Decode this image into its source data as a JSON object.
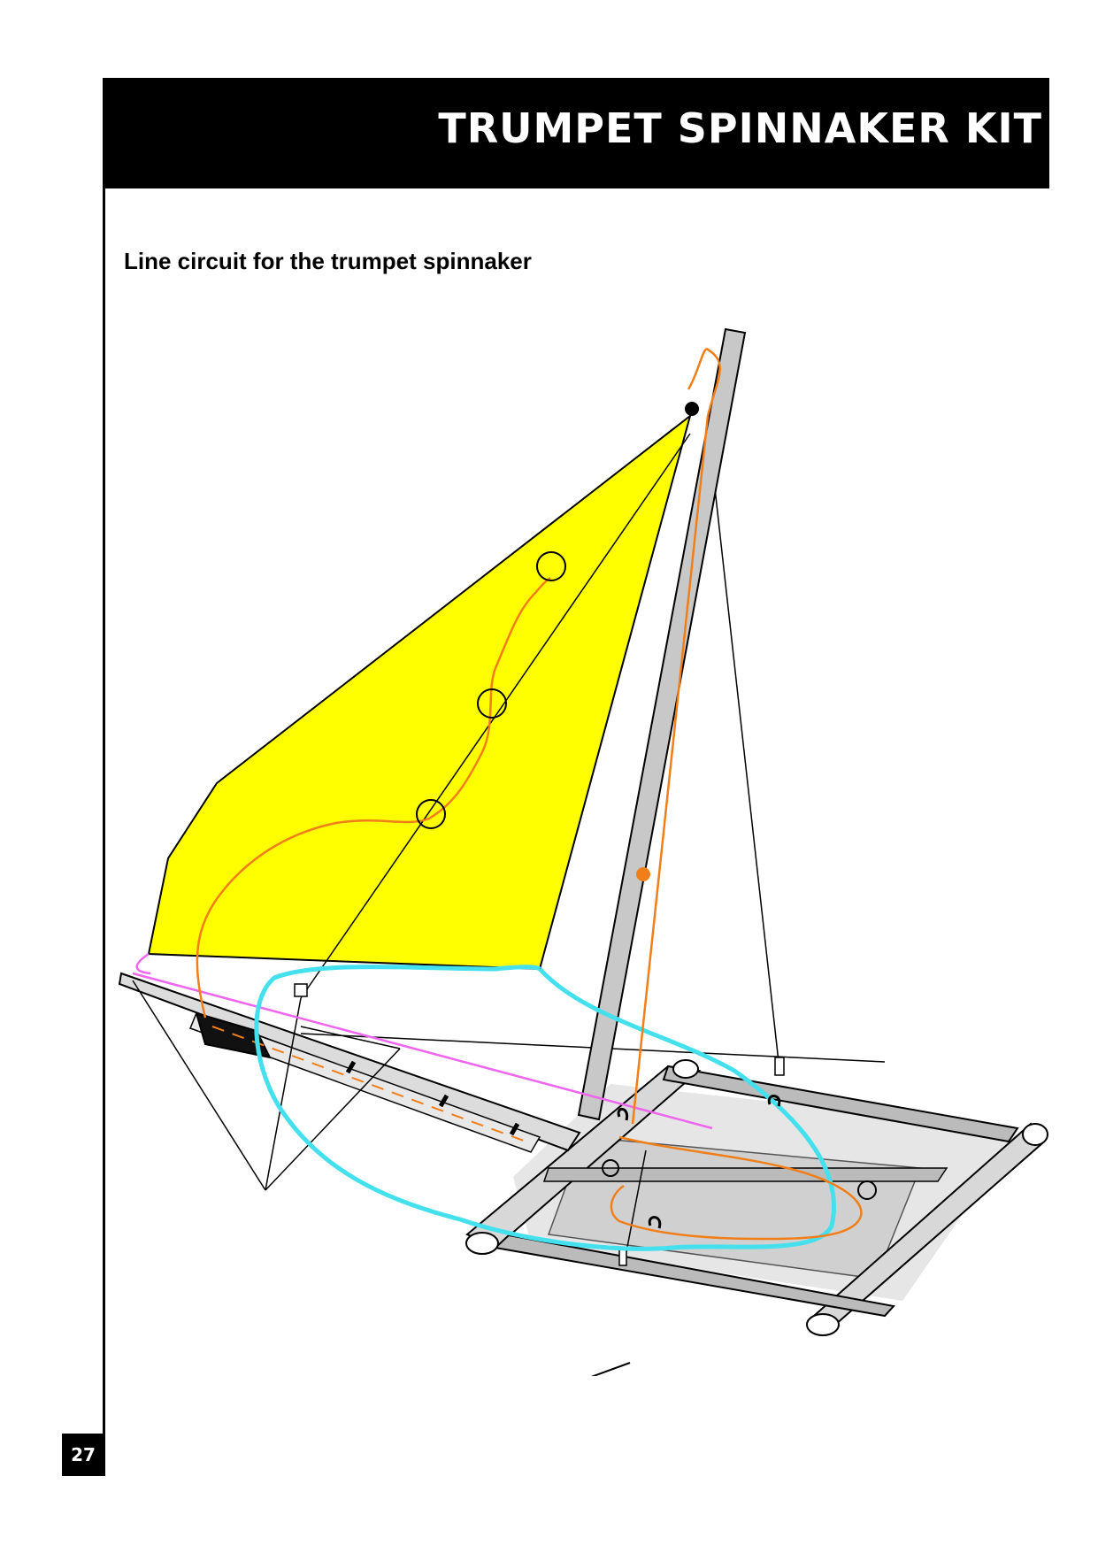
{
  "header": {
    "title": "TRUMPET SPINNAKER KIT"
  },
  "section": {
    "subtitle": "Line circuit for the trumpet spinnaker"
  },
  "footer": {
    "page_number": "27"
  },
  "colors": {
    "header_background": "#000000",
    "spinnaker_sail": "#ffff00",
    "halyard_line": "#f07f1a",
    "spinnaker_sheet": "#44e0ee",
    "bowsprit_line": "#ee66ee",
    "mast": "#c8c8c8",
    "trampoline": "#d8d8d8"
  },
  "figure": {
    "subject": "catamaran-trumpet-spinnaker-line-circuit",
    "icons": [
      "sail-icon",
      "mast-icon",
      "hull-icon",
      "block-icon",
      "cleat-icon",
      "pulley-icon"
    ]
  }
}
